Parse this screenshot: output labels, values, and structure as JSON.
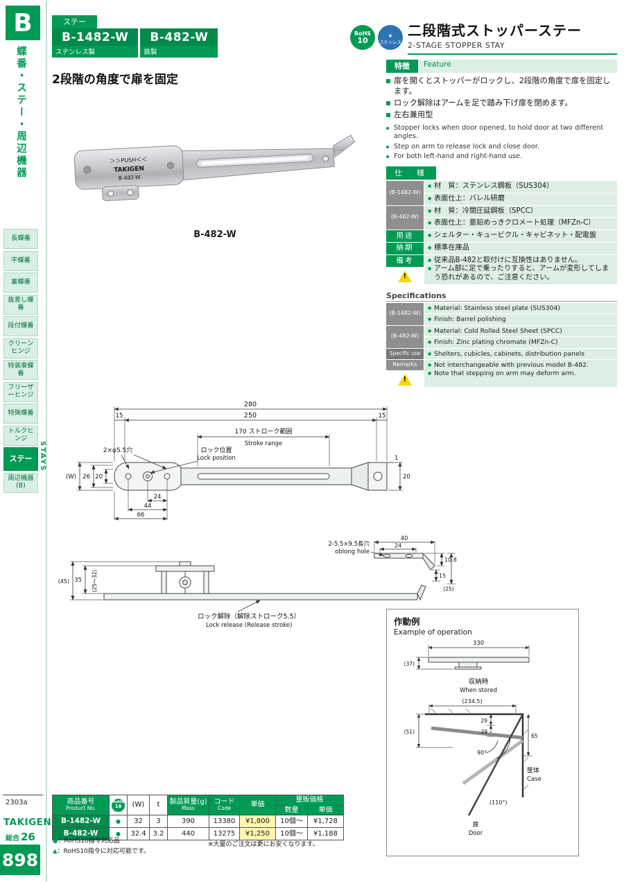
{
  "page": {
    "tag": "ステー",
    "catalog_note": "2303a",
    "brand": "TAKIGEN",
    "volume_label": "総合",
    "volume_number": "26",
    "page_number": "898"
  },
  "sidebar": {
    "letter": "B",
    "vertical_title": "蝶番・ステー・周辺機器",
    "stays": "STAYS",
    "items": [
      "長蝶番",
      "平蝶番",
      "裏蝶番",
      "抜差し蝶番",
      "段付蝶番",
      "クリーンヒンジ",
      "特装車蝶番",
      "フリーザーヒンジ",
      "特殊蝶番",
      "トルクヒンジ",
      "ステー",
      "周辺機器(B)"
    ]
  },
  "header": {
    "model1": "B-1482-W",
    "model1_material": "ステンレス製",
    "model2": "B-482-W",
    "model2_material": "鉄製",
    "rohs_line1": "RoHS",
    "rohs_line2": "10",
    "stainless_badge": "ステンレス",
    "title_jp": "二段階式ストッパーステー",
    "title_en": "2-STAGE STOPPER STAY"
  },
  "intro": {
    "headline": "2段階の角度で扉を固定",
    "photo_caption": "B-482-W",
    "photo_stamp_push": "＞＞PUSH＜＜",
    "photo_stamp_brand": "TAKIGEN",
    "photo_stamp_model": "B-482-W"
  },
  "feature": {
    "label_jp": "特徴",
    "label_en": "Feature",
    "jp": [
      "扉を開くとストッパーがロックし、2段階の角度で扉を固定します。",
      "ロック解除はアームを足で踏み下げ扉を閉めます。",
      "左右兼用型"
    ],
    "en": [
      "Stopper locks when door opened, to hold door at two different angles.",
      "Step on arm to release lock and close door.",
      "For both left-hand and right-hand use."
    ]
  },
  "spec_jp": {
    "title": "仕　様",
    "label_1482": "(B-1482-W)",
    "rows_1482": [
      "材　質：ステンレス鋼板（SUS304）",
      "表面仕上：バレル研磨"
    ],
    "label_482": "(B-482-W)",
    "rows_482": [
      "材　質：冷間圧延鋼板（SPCC）",
      "表面仕上：亜鉛めっきクロメート処理（MFZn-C）"
    ],
    "label_use": "用途",
    "use": "シェルター・キュービクル・キャビネット・配電盤",
    "label_delivery": "納期",
    "delivery": "標準在庫品",
    "label_remarks": "備考",
    "remarks": [
      "従来品B-482と取付けに互換性はありません。",
      "アーム部に足で乗ったりすると、アームが変形してしまう恐れがあるので、ご注意ください。"
    ]
  },
  "spec_en": {
    "title": "Specifications",
    "label_1482": "(B-1482-W)",
    "rows_1482": [
      "Material: Stainless steel plate (SUS304)",
      "Finish: Barrel polishing"
    ],
    "label_482": "(B-482-W)",
    "rows_482": [
      "Material: Cold Rolled Steel Sheet (SPCC)",
      "Finish: Zinc plating chromate (MFZn-C)"
    ],
    "label_use": "Specific use",
    "use": "Shelters, cubicles, cabinets, distribution panels",
    "label_remarks": "Remarks",
    "remarks": [
      "Not interchangeable with previous model B-482.",
      "Note that stepping on arm may deform arm."
    ]
  },
  "drawing_plan": {
    "d280": "280",
    "d250": "250",
    "d15l": "15",
    "d15r": "15",
    "stroke_jp": "170 ストローク範囲",
    "stroke_en": "Stroke range",
    "holes": "2×φ5.5穴",
    "lock_jp": "ロック位置",
    "lock_en": "Lock position",
    "dw": "(W)",
    "d26": "26",
    "d20l": "20",
    "d24": "24",
    "d44": "44",
    "d66": "66",
    "d1": "1",
    "d20r": "20"
  },
  "drawing_side": {
    "d35": "35",
    "d45": "(45)",
    "d2532": "(25～32)",
    "release_jp": "ロック解除（解除ストローク5.5）",
    "release_en": "Lock release (Release stroke)",
    "d40": "40",
    "d24": "24",
    "d108": "10.8",
    "d15": "15",
    "d25": "(25)",
    "oblong_jp": "2-5.5×9.5長穴",
    "oblong_en": "oblong hole"
  },
  "operation": {
    "title_jp": "作動例",
    "title_en": "Example of operation",
    "d330": "330",
    "d37": "(37)",
    "stored_jp": "収納時",
    "stored_en": "When stored",
    "d2345": "(234.5)",
    "d29a": "29",
    "d29b": "29",
    "d51": "(51)",
    "d65": "65",
    "a90": "90°",
    "case_jp": "筐体",
    "case_en": "Case",
    "a110": "(110°)",
    "door_jp": "扉",
    "door_en": "Door"
  },
  "table": {
    "h_product_jp": "商品番号",
    "h_product_en": "Product No.",
    "h_rohs": "RoHS",
    "h_rohs2": "10",
    "h_w": "(W)",
    "h_t": "t",
    "h_mass_jp": "製品質量(g)",
    "h_mass_en": "Mass",
    "h_code_jp": "コード",
    "h_code_en": "Code",
    "h_price": "単価",
    "h_volume": "量販価格",
    "h_qty": "数量",
    "h_vprice": "単価",
    "rows": [
      {
        "no": "B-1482-W",
        "rohs": "●",
        "w": "32",
        "t": "3",
        "mass": "390",
        "code": "13380",
        "price": "¥1,800",
        "qty": "10個～",
        "vprice": "¥1,728"
      },
      {
        "no": "B-482-W",
        "rohs": "●",
        "w": "32.4",
        "t": "3.2",
        "mass": "440",
        "code": "13275",
        "price": "¥1,250",
        "qty": "10個～",
        "vprice": "¥1,188"
      }
    ]
  },
  "notes": {
    "dot": "●",
    "n1": "：RoHS10指令対応品",
    "tri": "▲",
    "n2": "：RoHS10指令に対応可能です。",
    "n3": "※大量のご注文は更にお安くなります。"
  }
}
